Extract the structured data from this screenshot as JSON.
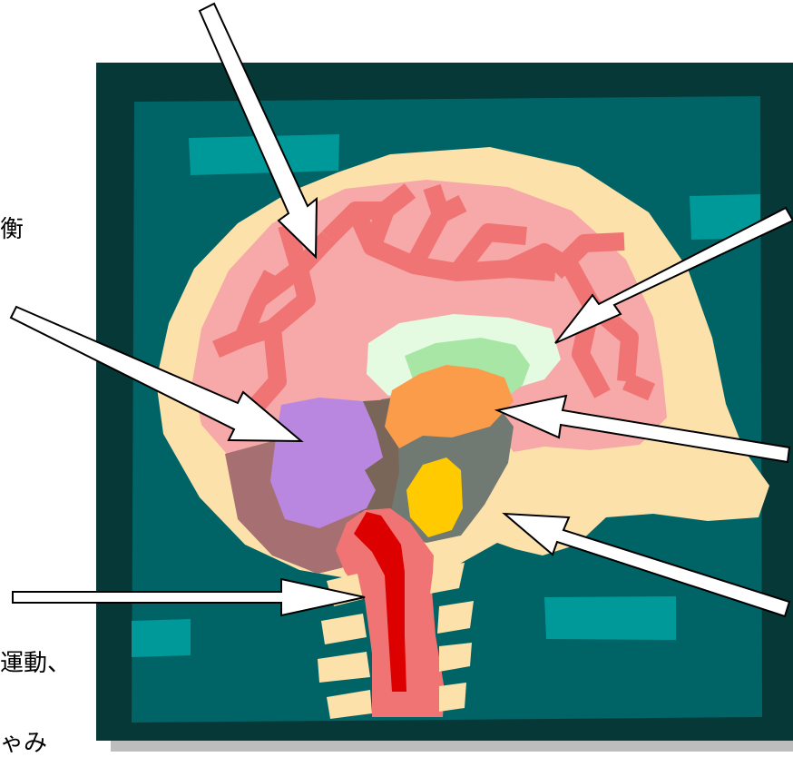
{
  "labels": {
    "balance_fragment": "衡",
    "motion_fragment": "運動、",
    "sneeze_fragment": "ゃみ"
  },
  "colors": {
    "frame_dark": "#053837",
    "panel_teal": "#006466",
    "highlight_teal": "#009999",
    "shadow_gray": "#bdbdbd",
    "skull_cream": "#fde1ab",
    "cerebrum_pink": "#f7a8a8",
    "sulci_red": "#f07474",
    "corpus_pale_green": "#e4fbe2",
    "limbic_green": "#a8e6a6",
    "thalamus_orange": "#fa9c4a",
    "hypothalamus_yellow": "#ffca00",
    "cerebellum_purple": "#b987e0",
    "brainstem_gray": "#717a72",
    "brainstem_brown": "#7a6659",
    "medulla_mauve": "#a66f72",
    "spinal_red": "#dd0000",
    "arrow_white": "#ffffff"
  }
}
